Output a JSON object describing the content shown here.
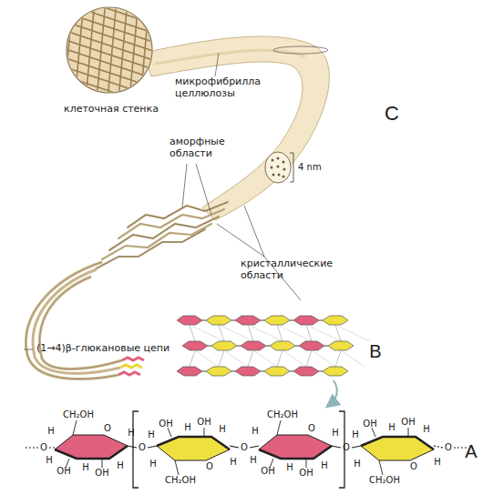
{
  "diagram": {
    "labels": [
      "клеточная стенка",
      "микрофибрилла целлюлозы",
      "C",
      "аморфные области",
      "4 nm",
      "кристаллические области",
      "(1→4)β-глюкановые цепи",
      "B",
      "O",
      "CH₂OH",
      "O",
      "OH",
      "OH",
      "H",
      "H",
      "H",
      "H",
      "H",
      "O",
      "CH₂OH",
      "O",
      "OH",
      "OH",
      "H",
      "H",
      "H",
      "H",
      "H",
      "O",
      "CH₂OH",
      "O",
      "OH",
      "OH",
      "H",
      "H",
      "H",
      "H",
      "H",
      "O",
      "CH₂OH",
      "O",
      "OH",
      "OH",
      "H",
      "H",
      "H",
      "H",
      "H",
      "O",
      "A"
    ]
  }
}
